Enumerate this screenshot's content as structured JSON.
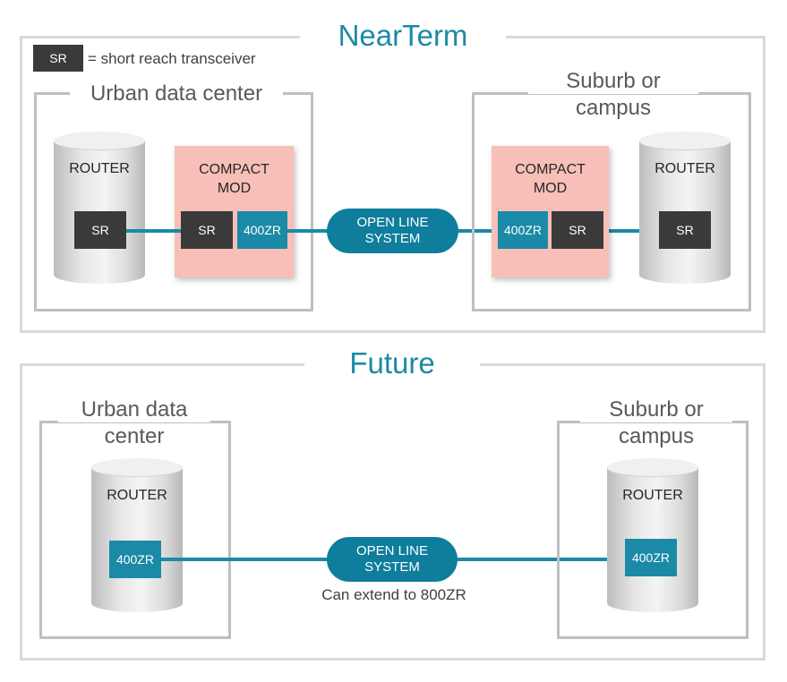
{
  "near_term": {
    "title": "NearTerm",
    "legend": {
      "badge": "SR",
      "text": "= short reach transceiver"
    },
    "left_group": {
      "title": "Urban data center",
      "router_label": "ROUTER",
      "router_port": "SR"
    },
    "left_mod": {
      "label_line1": "COMPACT",
      "label_line2": "MOD",
      "port_a": "SR",
      "port_b": "400ZR"
    },
    "ols": {
      "line1": "OPEN LINE",
      "line2": "SYSTEM"
    },
    "right_group": {
      "title_line1": "Suburb or",
      "title_line2": "campus",
      "router_label": "ROUTER",
      "router_port": "SR"
    },
    "right_mod": {
      "label_line1": "COMPACT",
      "label_line2": "MOD",
      "port_a": "400ZR",
      "port_b": "SR"
    }
  },
  "future": {
    "title": "Future",
    "left_group": {
      "title_line1": "Urban data",
      "title_line2": "center",
      "router_label": "ROUTER",
      "router_port": "400ZR"
    },
    "ols": {
      "line1": "OPEN LINE",
      "line2": "SYSTEM"
    },
    "note": "Can extend to 800ZR",
    "right_group": {
      "title_line1": "Suburb or",
      "title_line2": "campus",
      "router_label": "ROUTER",
      "router_port": "400ZR"
    }
  },
  "colors": {
    "teal": "#1b8aa6",
    "pill": "#0f7d9c",
    "sr_box": "#3a3a3a",
    "compact_mod": "#f7bfb7",
    "frame": "#d9d9d9",
    "group": "#bfbfbf"
  }
}
